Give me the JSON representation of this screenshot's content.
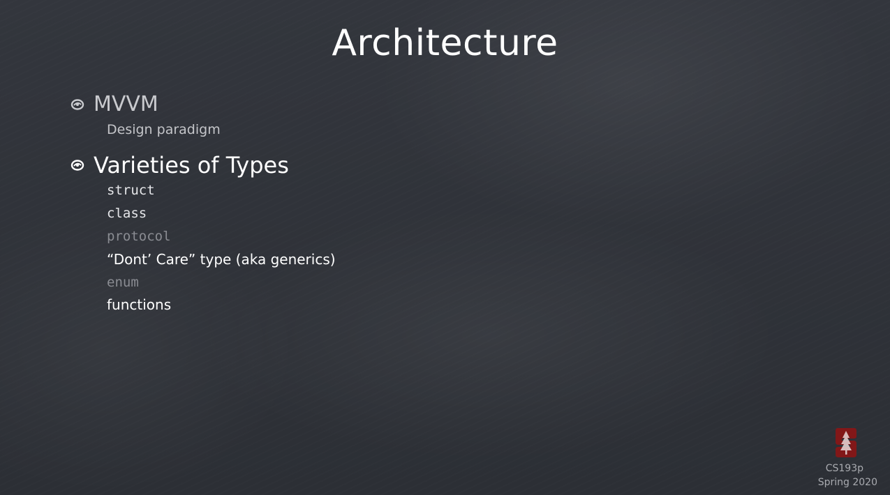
{
  "slide": {
    "title": "Architecture",
    "bullets": [
      {
        "label": "MVVM",
        "subitems": [
          "Design paradigm"
        ]
      },
      {
        "label": "Varieties of Types",
        "subitems": [
          "struct",
          "class",
          "protocol",
          "“Dont’ Care” type (aka generics)",
          "enum",
          "functions"
        ]
      }
    ]
  },
  "footer": {
    "course": "CS193p",
    "term": "Spring 2020",
    "logo_icon": "stanford-tree-logo-icon"
  },
  "colors": {
    "background": "#2f3238",
    "text_bright": "#ffffff",
    "text_dim": "#8a8c92",
    "logo": "#8c1515"
  }
}
